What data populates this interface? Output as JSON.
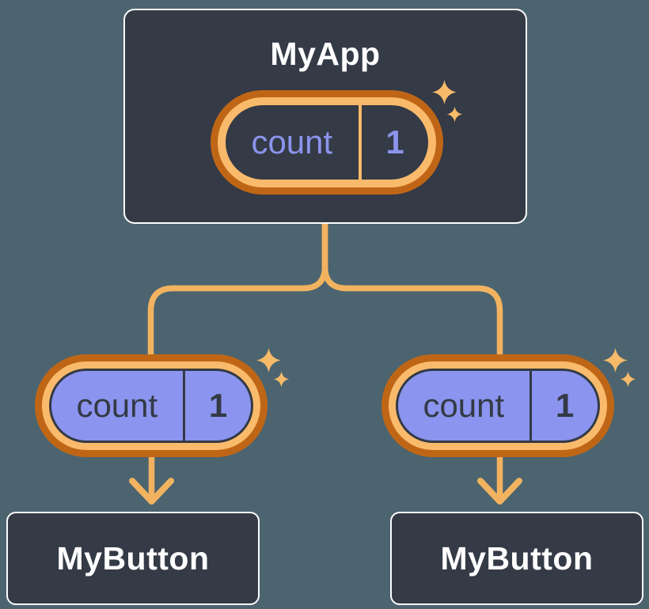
{
  "diagram_type": "react-component-tree-state-sharing",
  "tree": {
    "root": {
      "title": "MyApp",
      "state": {
        "name": "count",
        "value": "1"
      }
    },
    "children": [
      {
        "title": "MyButton",
        "prop": {
          "name": "count",
          "value": "1"
        }
      },
      {
        "title": "MyButton",
        "prop": {
          "name": "count",
          "value": "1"
        }
      }
    ]
  },
  "palette": {
    "background": "#4C646F",
    "node_fill": "#343A46",
    "node_border": "#FBFCFD",
    "node_text": "#FFFFFF",
    "state_text": "#8B94EC",
    "prop_fill": "#8B94EE",
    "prop_text": "#333A45",
    "ring_outer": "#BF6616",
    "ring_inner": "#F9BA6B",
    "connector": "#F2B360",
    "sparkle": "#F6BB69"
  }
}
